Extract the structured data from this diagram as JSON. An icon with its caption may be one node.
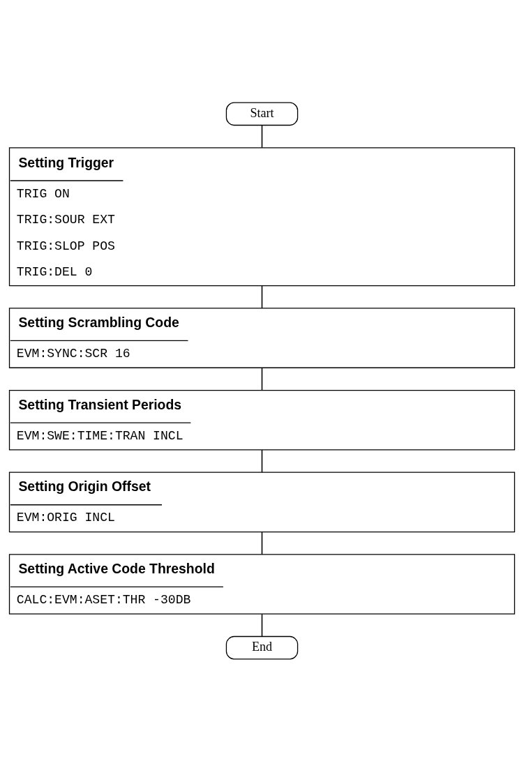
{
  "diagram": {
    "nodes": [
      {
        "text": [
          "Start"
        ]
      },
      {
        "text": [
          "Setting Trigger",
          "TRIG ON",
          "TRIG:SOUR EXT",
          "TRIG:SLOP POS",
          "TRIG:DEL 0"
        ]
      },
      {
        "text": [
          "Setting Scrambling Code",
          "EVM:SYNC:SCR 16"
        ]
      },
      {
        "text": [
          "Setting Transient Periods",
          "EVM:SWE:TIME:TRAN INCL"
        ]
      },
      {
        "text": [
          "Setting Origin Offset",
          "EVM:ORIG INCL"
        ]
      },
      {
        "text": [
          "Setting Active Code Threshold",
          "CALC:EVM:ASET:THR -30DB"
        ]
      },
      {
        "text": [
          "End"
        ]
      }
    ],
    "edges": [
      {
        "from": 0,
        "to": 1,
        "arrow": "none"
      },
      {
        "from": 1,
        "to": 2,
        "arrow": "none"
      },
      {
        "from": 2,
        "to": 3,
        "arrow": "none"
      },
      {
        "from": 3,
        "to": 4,
        "arrow": "none"
      },
      {
        "from": 4,
        "to": 5,
        "arrow": "none"
      },
      {
        "from": 5,
        "to": 6,
        "arrow": "none"
      }
    ]
  }
}
